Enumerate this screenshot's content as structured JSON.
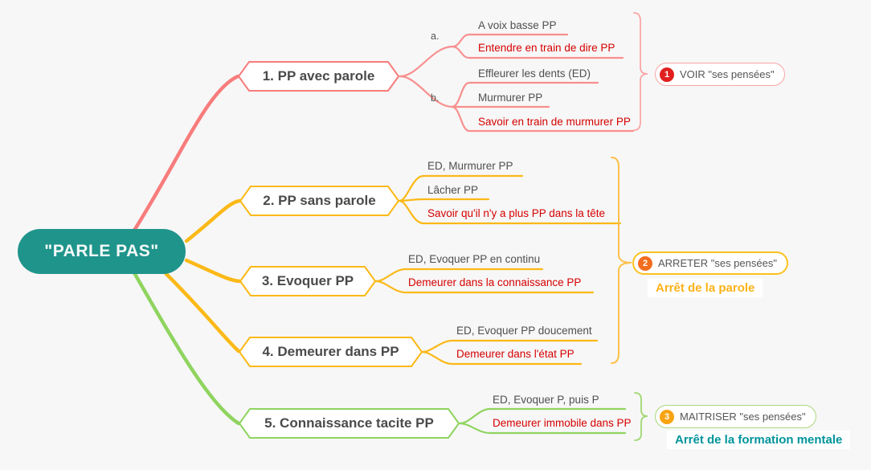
{
  "root": {
    "label": "\"PARLE PAS\"",
    "color": "#1f948b"
  },
  "topics": [
    {
      "label": "1. PP avec parole",
      "color": "#f87c7c",
      "groups": [
        {
          "label": "a.",
          "items": [
            {
              "text": "A voix basse PP",
              "emphasis": false
            },
            {
              "text": "Entendre en train de dire PP",
              "emphasis": true
            }
          ]
        },
        {
          "label": "b.",
          "items": [
            {
              "text": "Effleurer les dents (ED)",
              "emphasis": false
            },
            {
              "text": "Murmurer PP",
              "emphasis": false
            },
            {
              "text": "Savoir en train de murmurer PP",
              "emphasis": true
            }
          ]
        }
      ]
    },
    {
      "label": "2. PP sans parole",
      "color": "#fbb917",
      "items": [
        {
          "text": "ED, Murmurer PP",
          "emphasis": false
        },
        {
          "text": "Lâcher PP",
          "emphasis": false
        },
        {
          "text": "Savoir qu'il n'y a plus PP dans la tête",
          "emphasis": true
        }
      ]
    },
    {
      "label": "3. Evoquer PP",
      "color": "#fbb917",
      "items": [
        {
          "text": "ED, Evoquer PP en continu",
          "emphasis": false
        },
        {
          "text": "Demeurer dans la connaissance PP",
          "emphasis": true
        }
      ]
    },
    {
      "label": "4. Demeurer dans PP",
      "color": "#fbb917",
      "items": [
        {
          "text": "ED, Evoquer PP doucement",
          "emphasis": false
        },
        {
          "text": "Demeurer dans l'état PP",
          "emphasis": true
        }
      ]
    },
    {
      "label": "5. Connaissance tacite PP",
      "color": "#8fd45f",
      "items": [
        {
          "text": "ED, Evoquer P, puis P",
          "emphasis": false
        },
        {
          "text": "Demeurer immobile dans PP",
          "emphasis": true
        }
      ]
    }
  ],
  "callouts": [
    {
      "number": "1",
      "label": "VOIR \"ses pensées\"",
      "circle_color": "#e0201f",
      "border_color": "#f9a6a6"
    },
    {
      "number": "2",
      "label": "ARRETER \"ses pensées\"",
      "circle_color": "#f26d1d",
      "border_color": "#fcc21f",
      "caption": "Arrêt de la parole",
      "caption_color": "#fcb217"
    },
    {
      "number": "3",
      "label": "MAITRISER \"ses pensées\"",
      "circle_color": "#f7a312",
      "border_color": "#abd87c",
      "caption": "Arrêt de la formation mentale",
      "caption_color": "#00949b"
    }
  ],
  "colors": {
    "background": "#f7f7f7",
    "branch_red": "#f87c7c",
    "branch_yellow": "#fbb917",
    "branch_green": "#8fd45f",
    "emphasis_text": "#d60000",
    "normal_text": "#4f4f4f",
    "root_fill": "#1f948b",
    "teal_caption": "#00949b"
  }
}
